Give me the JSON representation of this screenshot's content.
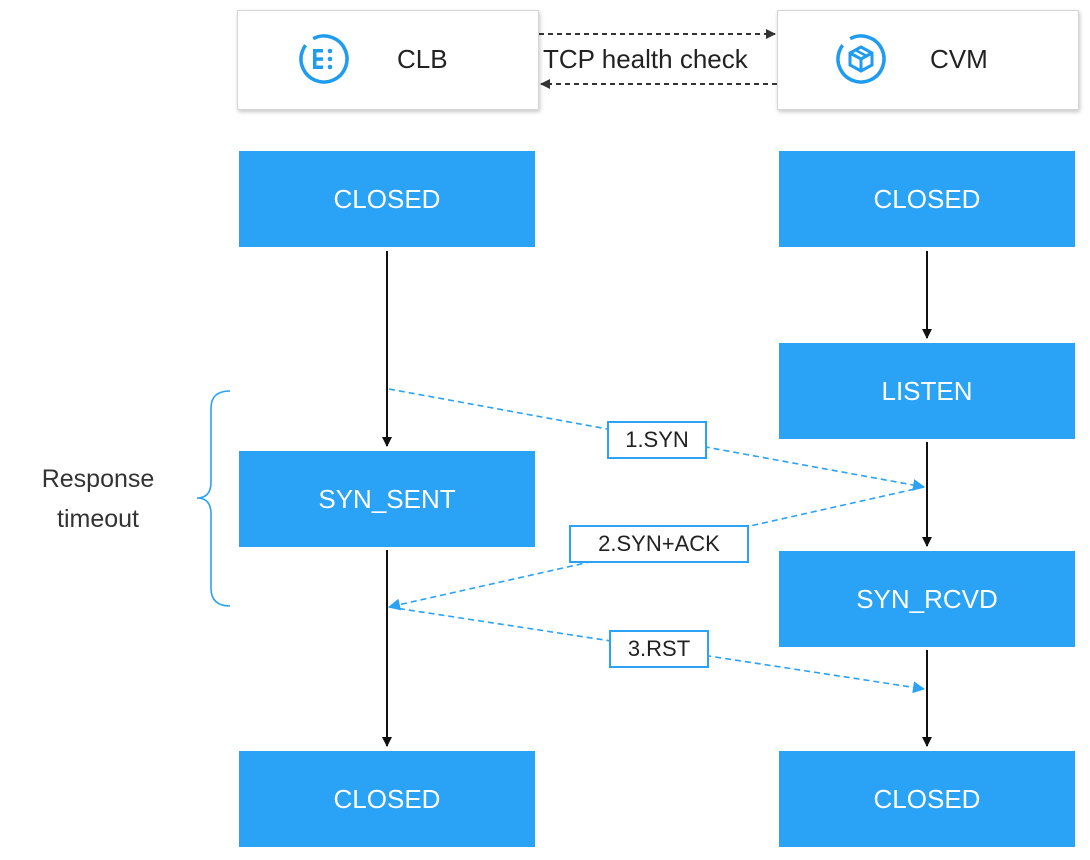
{
  "header": {
    "clb_label": "CLB",
    "cvm_label": "CVM",
    "link_label": "TCP health check",
    "clb_icon": "clb-icon",
    "cvm_icon": "cvm-icon"
  },
  "clb_states": {
    "s1": "CLOSED",
    "s2": "SYN_SENT",
    "s3": "CLOSED"
  },
  "cvm_states": {
    "s1": "CLOSED",
    "s2": "LISTEN",
    "s3": "SYN_RCVD",
    "s4": "CLOSED"
  },
  "messages": {
    "m1": "1.SYN",
    "m2": "2.SYN+ACK",
    "m3": "3.RST"
  },
  "timeout": {
    "line1": "Response",
    "line2": "timeout"
  },
  "colors": {
    "state_fill": "#2aa2f6",
    "message_line": "#2aa2f6",
    "icon": "#1f9bf0"
  }
}
